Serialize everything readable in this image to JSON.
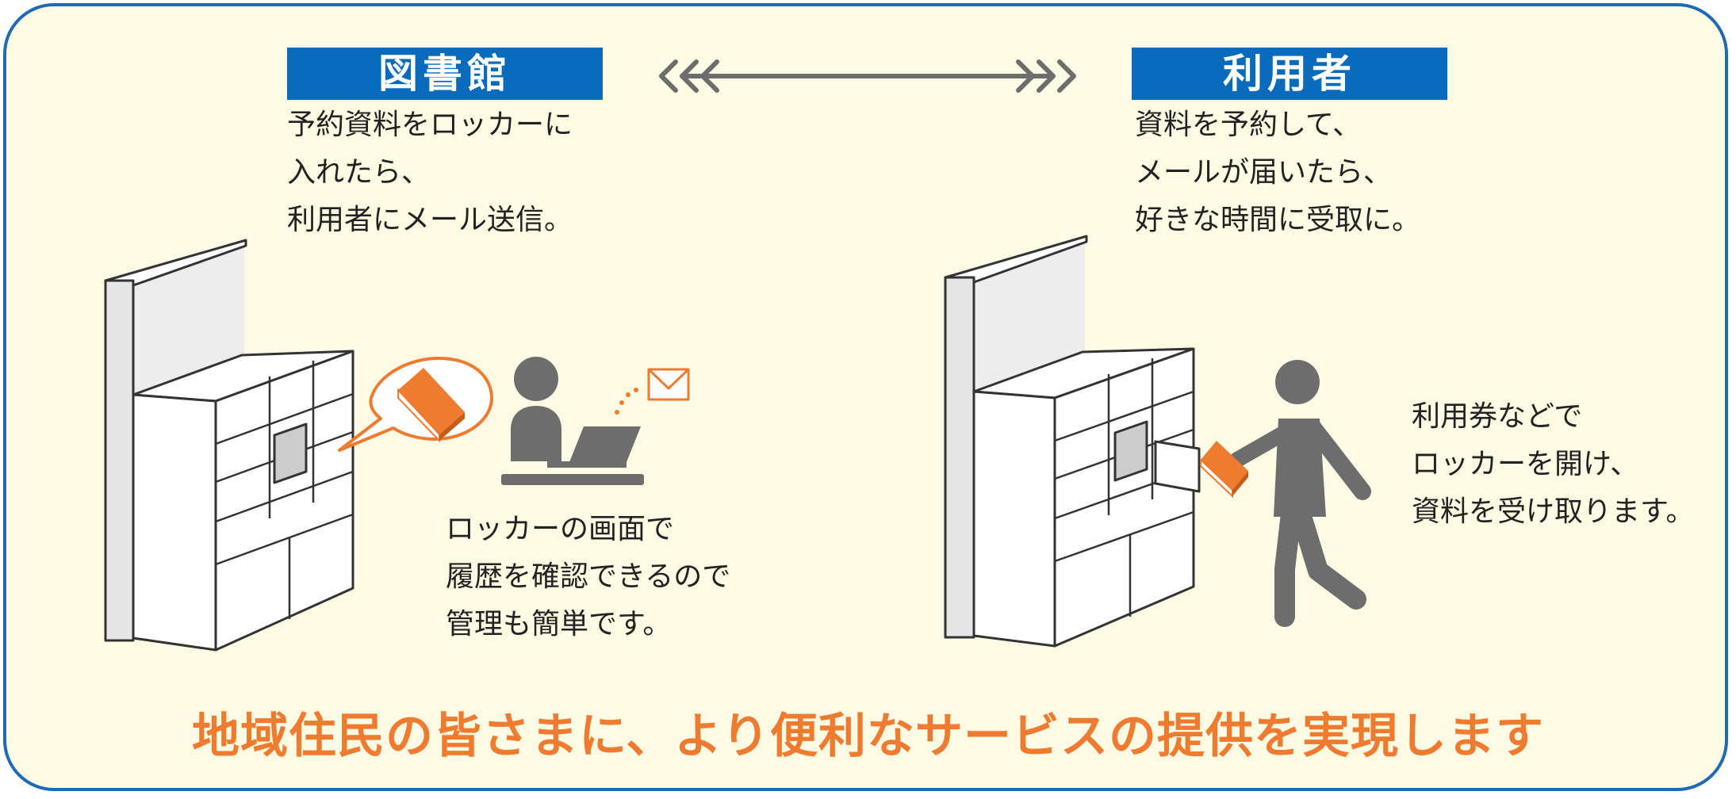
{
  "library": {
    "title": "図書館",
    "lines": [
      "予約資料をロッカーに",
      "入れたら、",
      "利用者にメール送信。"
    ]
  },
  "user": {
    "title": "利用者",
    "lines": [
      "資料を予約して、",
      "メールが届いたら、",
      "好きな時間に受取に。"
    ]
  },
  "screen_note": {
    "lines": [
      "ロッカーの画面で",
      "履歴を確認できるので",
      "管理も簡単です。"
    ]
  },
  "pickup_note": {
    "lines": [
      "利用券などで",
      "ロッカーを開け、",
      "資料を受け取ります。"
    ]
  },
  "tagline": "地域住民の皆さまに、より便利なサービスの提供を実現します",
  "colors": {
    "header_blue": "#0a6bbd",
    "accent_orange": "#ef7b30",
    "figure_gray": "#6d6d6d",
    "background_cream": "#fefbe4"
  },
  "icons": [
    "double-arrow-icon",
    "book-icon",
    "speech-bubble-icon",
    "envelope-icon",
    "person-laptop-icon",
    "walking-person-icon",
    "locker-icon"
  ]
}
